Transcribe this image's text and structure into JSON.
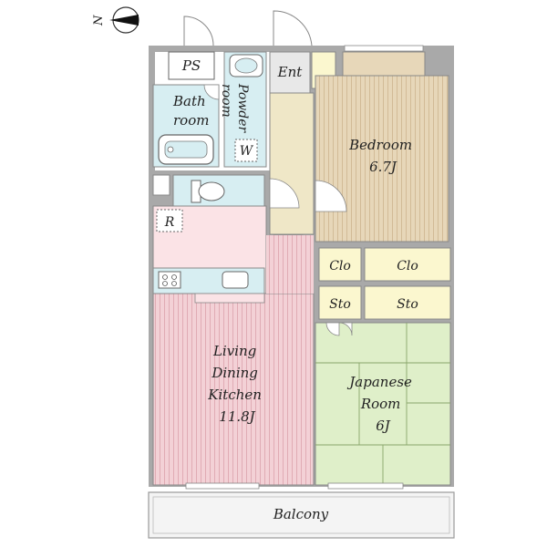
{
  "compass": {
    "north": "N"
  },
  "rooms": {
    "ps": "PS",
    "bath": [
      "Bath",
      "room"
    ],
    "powder": [
      "Powder",
      "room"
    ],
    "washer": "W",
    "entrance": "Ent",
    "bedroom": [
      "Bedroom",
      "6.7J"
    ],
    "refrigerator": "R",
    "closet_a": "Clo",
    "closet_b": "Clo",
    "storage_a": "Sto",
    "storage_b": "Sto",
    "ldk": [
      "Living",
      "Dining",
      "Kitchen",
      "11.8J"
    ],
    "japanese": [
      "Japanese",
      "Room",
      "6J"
    ],
    "balcony": "Balcony"
  },
  "colors": {
    "wall": "#a9a9a9",
    "bath": "#d7eef2",
    "bedroom": "#e7d7b9",
    "entrance": "#efe7c7",
    "closet": "#fbf7cf",
    "ldk": "#f3d1d6",
    "kitchen": "#fbe3e6",
    "japanese": "#dfefc9",
    "balcony": "#f4f4f4"
  }
}
